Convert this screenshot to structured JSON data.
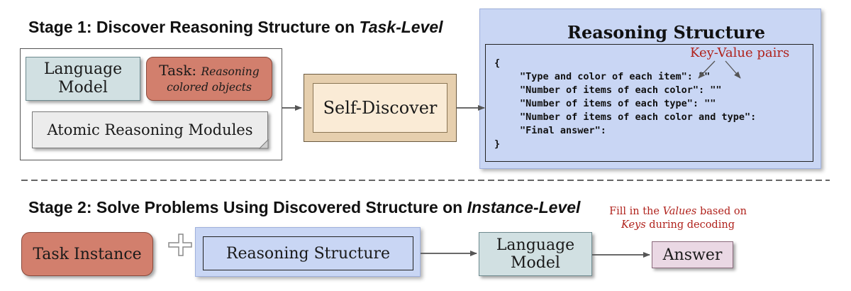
{
  "stage1": {
    "title_prefix": "Stage 1: Discover Reasoning Structure on ",
    "title_italic": "Task-Level",
    "language_model_label": "Language Model",
    "task_prefix": "Task: ",
    "task_desc": "Reasoning colored objects",
    "atomic_label": "Atomic Reasoning Modules",
    "self_discover_label": "Self-Discover",
    "reasoning_structure": {
      "title": "Reasoning Structure",
      "annotation": "Key-Value pairs",
      "open_brace": "{",
      "close_brace": "}",
      "lines": [
        "\"Type and color of each item\": \"\"",
        "\"Number of items of each color\": \"\"",
        "\"Number of items of each type\": \"\"",
        "\"Number of items of each color and type\":",
        "\"Final answer\":"
      ]
    }
  },
  "stage2": {
    "title_prefix": "Stage 2: Solve Problems Using Discovered Structure on ",
    "title_italic": "Instance-Level",
    "task_instance_label": "Task Instance",
    "plus_symbol": "+",
    "reasoning_structure_label": "Reasoning Structure",
    "language_model_label": "Language Model",
    "answer_label": "Answer",
    "fill_note": {
      "part1": "Fill in the ",
      "values_word": "Values",
      "part2": " based on",
      "keys_word": "Keys",
      "part3": " during decoding"
    }
  }
}
